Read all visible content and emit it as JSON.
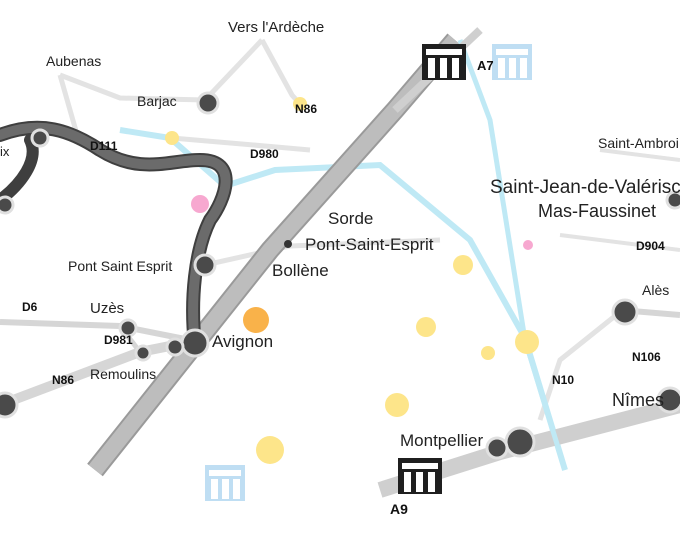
{
  "map": {
    "colors": {
      "background": "#ffffff",
      "river": "#6b6b6b",
      "river_edge": "#3f3f3f",
      "river_highlight": "#a9d9ee",
      "motorway": "#bdbdbd",
      "motorway_edge": "#9a9a9a",
      "secondary_road": "#d6d6d6",
      "minor_road": "#e3e3e3",
      "light_road": "#bfe9f5",
      "poi_yellow": "#fde58a",
      "poi_yellow_outline": "#f3d16a",
      "poi_orange": "#f9b24a",
      "poi_pink": "#f7a8d0",
      "city_marker": "#4a4a4a",
      "label_text": "#222222"
    },
    "place_labels": [
      {
        "id": "vers-ardeche",
        "text": "Vers l'Ardèche"
      },
      {
        "id": "aubenas",
        "text": "Aubenas"
      },
      {
        "id": "barjac",
        "text": "Barjac"
      },
      {
        "id": "x-partial",
        "text": "ix"
      },
      {
        "id": "saint-ambroix",
        "text": "Saint-Ambroi"
      },
      {
        "id": "saint-jean",
        "text": "Saint-Jean-de-Valérisclé"
      },
      {
        "id": "mas-faussinet",
        "text": "Mas-Faussinet"
      },
      {
        "id": "sorde",
        "text": "Sorde"
      },
      {
        "id": "pont-saint-esprit-main",
        "text": "Pont-Saint-Esprit"
      },
      {
        "id": "bollene",
        "text": "Bollène"
      },
      {
        "id": "pont-saint-esprit-side",
        "text": "Pont Saint Esprit"
      },
      {
        "id": "ales",
        "text": "Alès"
      },
      {
        "id": "uzes",
        "text": "Uzès"
      },
      {
        "id": "avignon",
        "text": "Avignon"
      },
      {
        "id": "remoulins",
        "text": "Remoulins"
      },
      {
        "id": "nimes",
        "text": "Nîmes"
      },
      {
        "id": "montpellier",
        "text": "Montpellier"
      }
    ],
    "road_labels": [
      {
        "id": "a7-top",
        "text": "A7"
      },
      {
        "id": "n86-top",
        "text": "N86"
      },
      {
        "id": "d111",
        "text": "D111"
      },
      {
        "id": "d980",
        "text": "D980"
      },
      {
        "id": "d904",
        "text": "D904"
      },
      {
        "id": "d6",
        "text": "D6"
      },
      {
        "id": "d981",
        "text": "D981"
      },
      {
        "id": "n106",
        "text": "N106"
      },
      {
        "id": "n86-bottom",
        "text": "N86"
      },
      {
        "id": "n10x",
        "text": "N10"
      },
      {
        "id": "a9-bottom",
        "text": "A9"
      }
    ],
    "icons": [
      {
        "id": "toll-icon-top",
        "name": "toll-station-icon"
      },
      {
        "id": "toll-icon-top-faded",
        "name": "toll-station-icon"
      },
      {
        "id": "toll-icon-bottom",
        "name": "toll-station-icon"
      },
      {
        "id": "toll-icon-bottom-faded",
        "name": "toll-station-icon"
      }
    ]
  }
}
